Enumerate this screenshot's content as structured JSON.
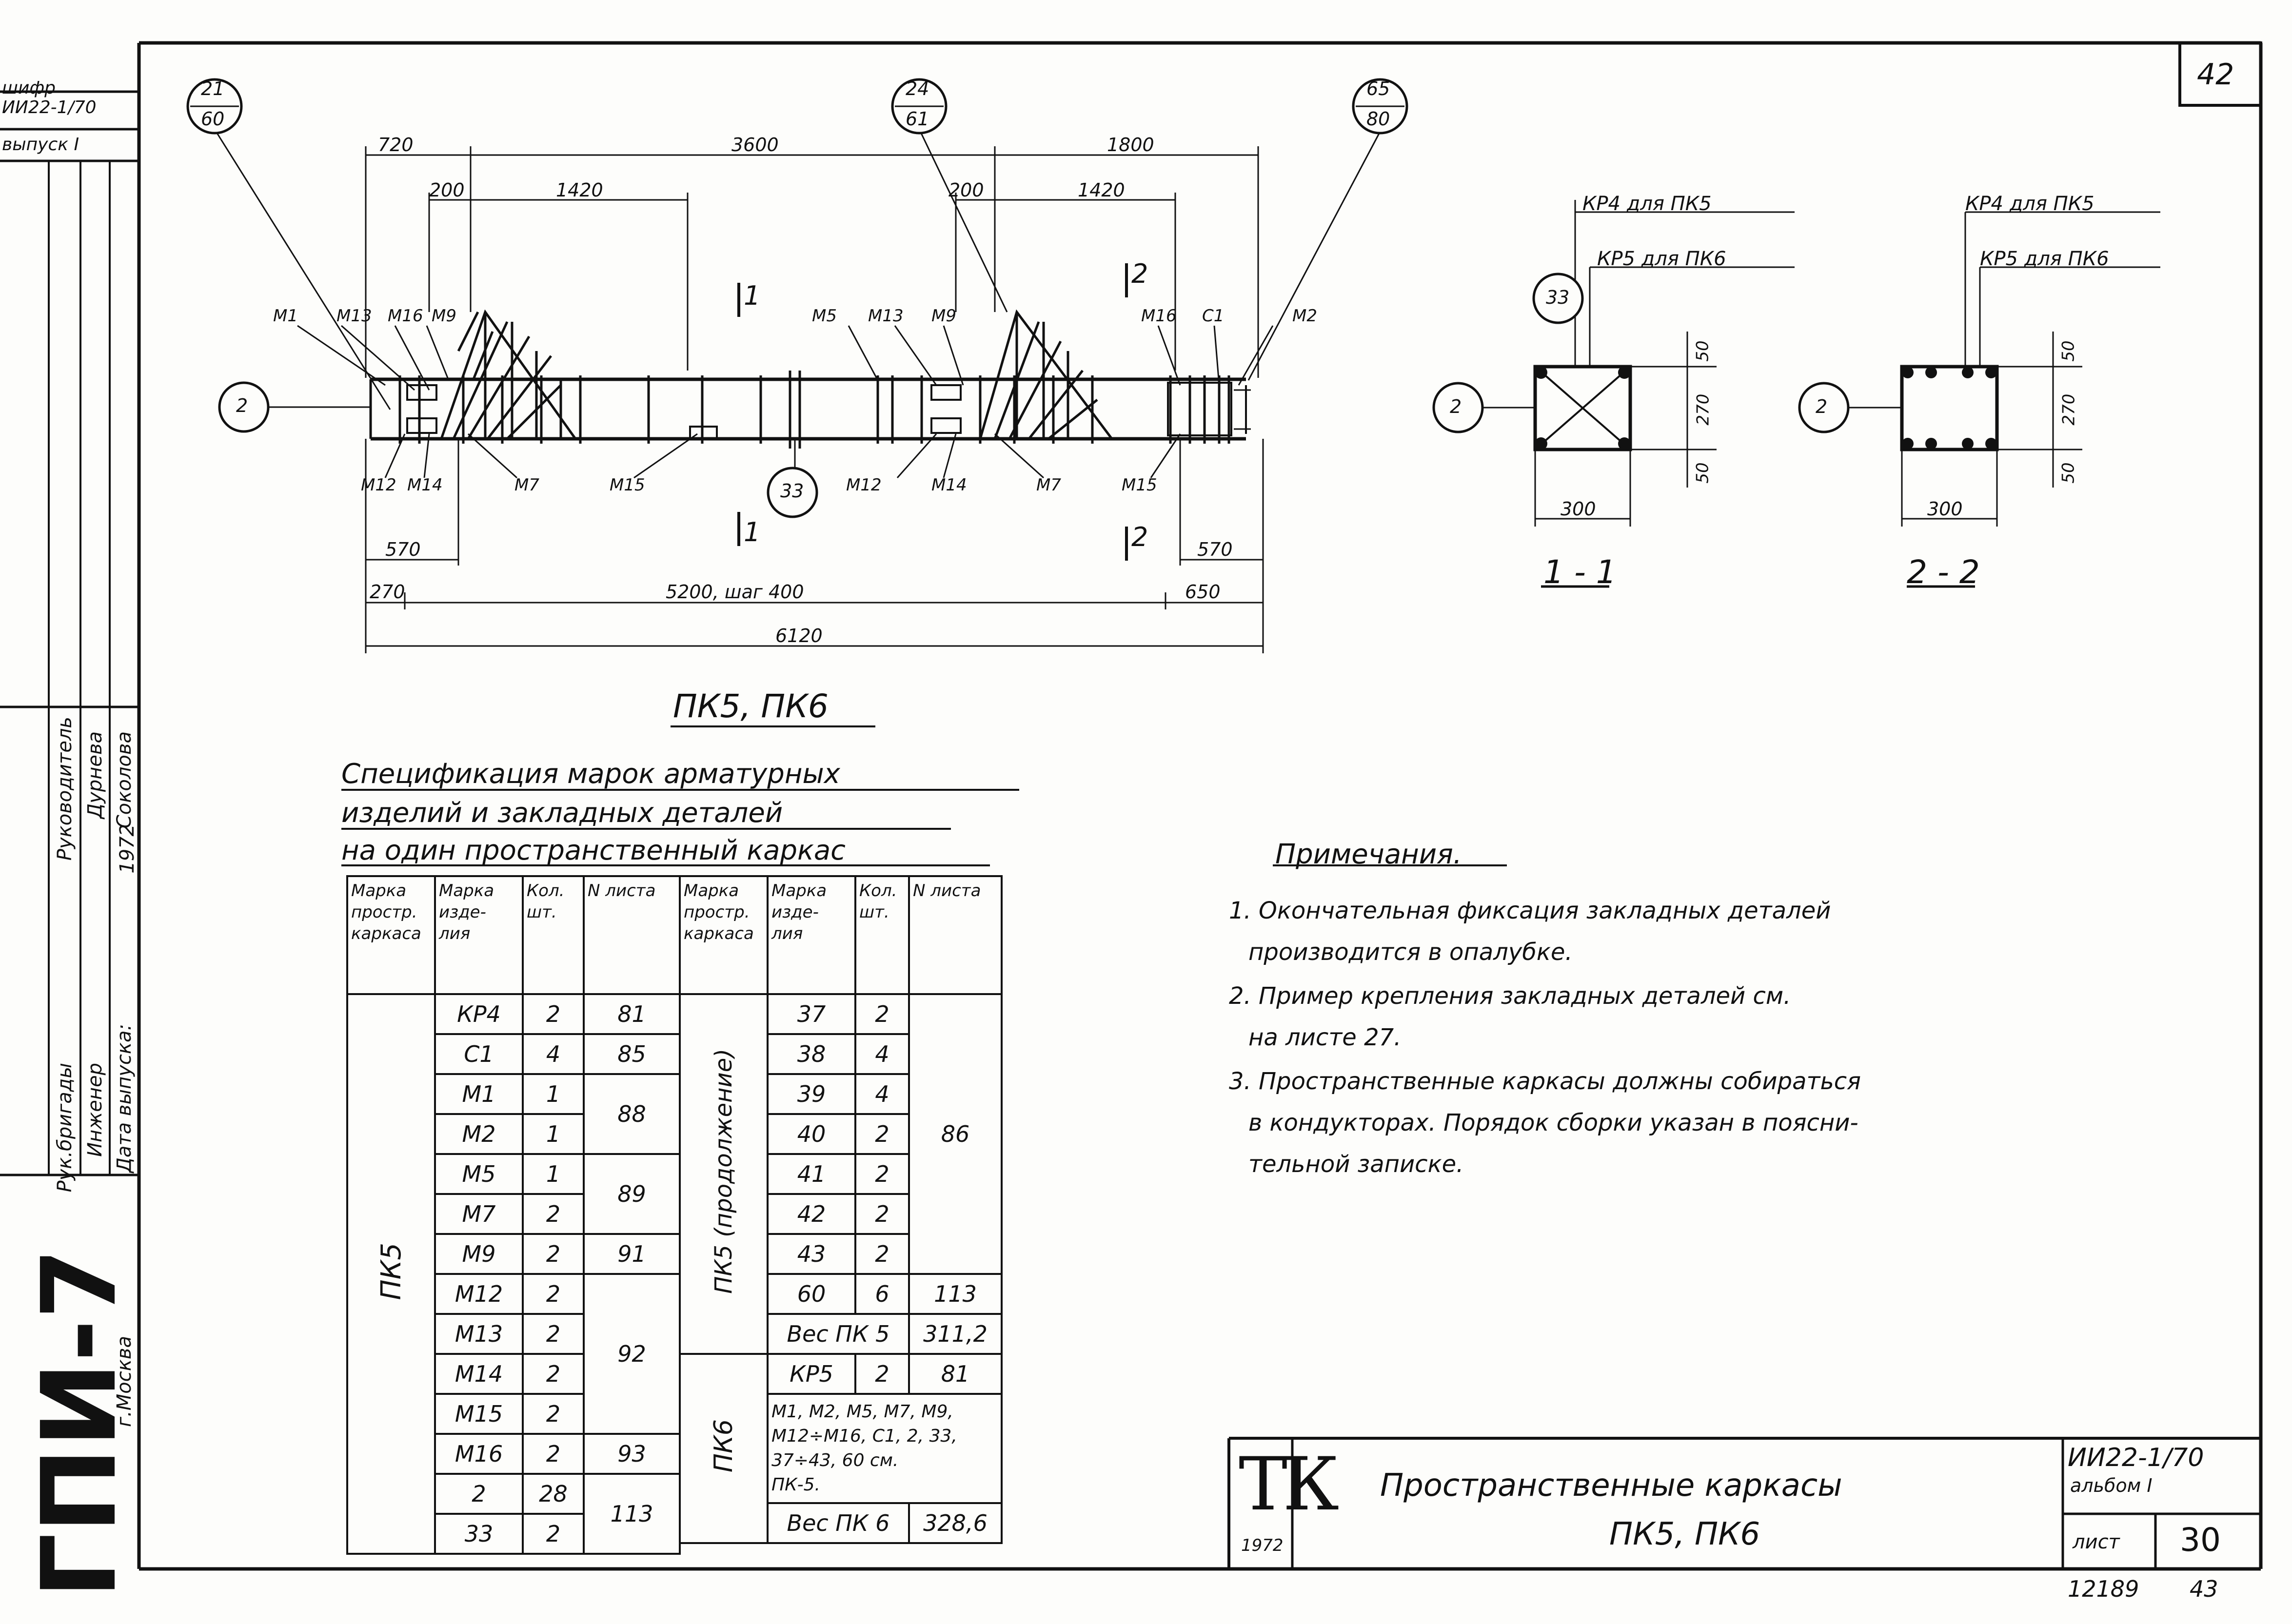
{
  "sheet": {
    "page_number": "42",
    "album_code": "ИИ22-1/70",
    "album_label": "альбом I",
    "sheet_label": "лист",
    "sheet_number": "30",
    "inventory": "12189",
    "copy": "43"
  },
  "stamp": {
    "logo": "ТК",
    "year": "1972",
    "title_line1": "Пространственные каркасы",
    "title_line2": "ПК5, ПК6"
  },
  "left_strip": {
    "shifr": "шифр",
    "code": "ИИ22-1/70",
    "release": "выпуск I",
    "org": "ГПИ-7",
    "city": "г.Москва",
    "roles": [
      "Рук.бригады",
      "Инженер",
      "Дата выпуска:"
    ],
    "names": [
      "Дурнева",
      "Соколова",
      "1972"
    ],
    "org_head": "Руководитель"
  },
  "main_drawing": {
    "title": "ПК5, ПК6",
    "callouts": [
      {
        "top": "21",
        "bottom": "60"
      },
      {
        "top": "24",
        "bottom": "61"
      },
      {
        "top": "65",
        "bottom": "80"
      }
    ],
    "section_marks": [
      "2",
      "33"
    ],
    "section_cuts": [
      "1",
      "1",
      "2",
      "2"
    ],
    "top_dims": [
      "720",
      "3600",
      "1800",
      "200",
      "1420",
      "200",
      "1420"
    ],
    "bottom_dims": [
      "570",
      "570",
      "270",
      "5200, шаг 400",
      "650",
      "6120"
    ],
    "labels_top": [
      "М1",
      "М13",
      "М16",
      "М9",
      "М5",
      "М13",
      "М9",
      "М16",
      "С1",
      "М2"
    ],
    "labels_bottom": [
      "М12",
      "М14",
      "М7",
      "М15",
      "М12",
      "М14",
      "М7",
      "М15"
    ]
  },
  "sections": {
    "s1": {
      "title": "1 - 1",
      "label1": "КР4 для ПК5",
      "label2": "КР5 для ПК6",
      "mark": "33",
      "cut": "2",
      "dims_v": [
        "50",
        "270",
        "50"
      ],
      "dim_h": "300"
    },
    "s2": {
      "title": "2 - 2",
      "label1": "КР4 для ПК5",
      "label2": "КР5 для ПК6",
      "cut": "2",
      "dims_v": [
        "50",
        "270",
        "50"
      ],
      "dim_h": "300"
    }
  },
  "spec": {
    "title_lines": [
      "Спецификация марок арматурных",
      "изделий и закладных деталей",
      "на один пространственный каркас"
    ],
    "headers": [
      "Марка простр. каркаса",
      "Марка изде- лия",
      "Кол. шт.",
      "N листа"
    ],
    "left_group": "ПК5",
    "left_rows": [
      [
        "КР4",
        "2",
        "81"
      ],
      [
        "С1",
        "4",
        "85"
      ],
      [
        "М1",
        "1",
        "88"
      ],
      [
        "М2",
        "1",
        ""
      ],
      [
        "М5",
        "1",
        "89"
      ],
      [
        "М7",
        "2",
        ""
      ],
      [
        "М9",
        "2",
        "91"
      ],
      [
        "М12",
        "2",
        "92"
      ],
      [
        "М13",
        "2",
        ""
      ],
      [
        "М14",
        "2",
        ""
      ],
      [
        "М15",
        "2",
        ""
      ],
      [
        "М16",
        "2",
        "93"
      ],
      [
        "2",
        "28",
        "113"
      ],
      [
        "33",
        "2",
        ""
      ]
    ],
    "right_group1": "ПК5 (продолжение)",
    "right_rows": [
      [
        "37",
        "2"
      ],
      [
        "38",
        "4"
      ],
      [
        "39",
        "4"
      ],
      [
        "40",
        "2"
      ],
      [
        "41",
        "2"
      ],
      [
        "42",
        "2"
      ],
      [
        "43",
        "2"
      ]
    ],
    "right_sheet_86": "86",
    "row60": [
      "60",
      "6",
      "113"
    ],
    "weight_pk5": [
      "Вес ПК 5",
      "311,2"
    ],
    "right_group2": "ПК6",
    "kr5_row": [
      "КР5",
      "2",
      "81"
    ],
    "pk6_note": [
      "М1, М2, М5, М7, М9,",
      "М12÷М16, С1, 2, 33,",
      "37÷43, 60 см.",
      "ПК-5."
    ],
    "weight_pk6": [
      "Вес ПК 6",
      "328,6"
    ]
  },
  "notes": {
    "title": "Примечания.",
    "lines": [
      "1. Окончательная фиксация закладных деталей",
      "производится в опалубке.",
      "2. Пример крепления закладных деталей см.",
      "на листе 27.",
      "3. Пространственные каркасы должны собираться",
      "в кондукторах. Порядок сборки указан в поясни-",
      "тельной записке."
    ]
  }
}
